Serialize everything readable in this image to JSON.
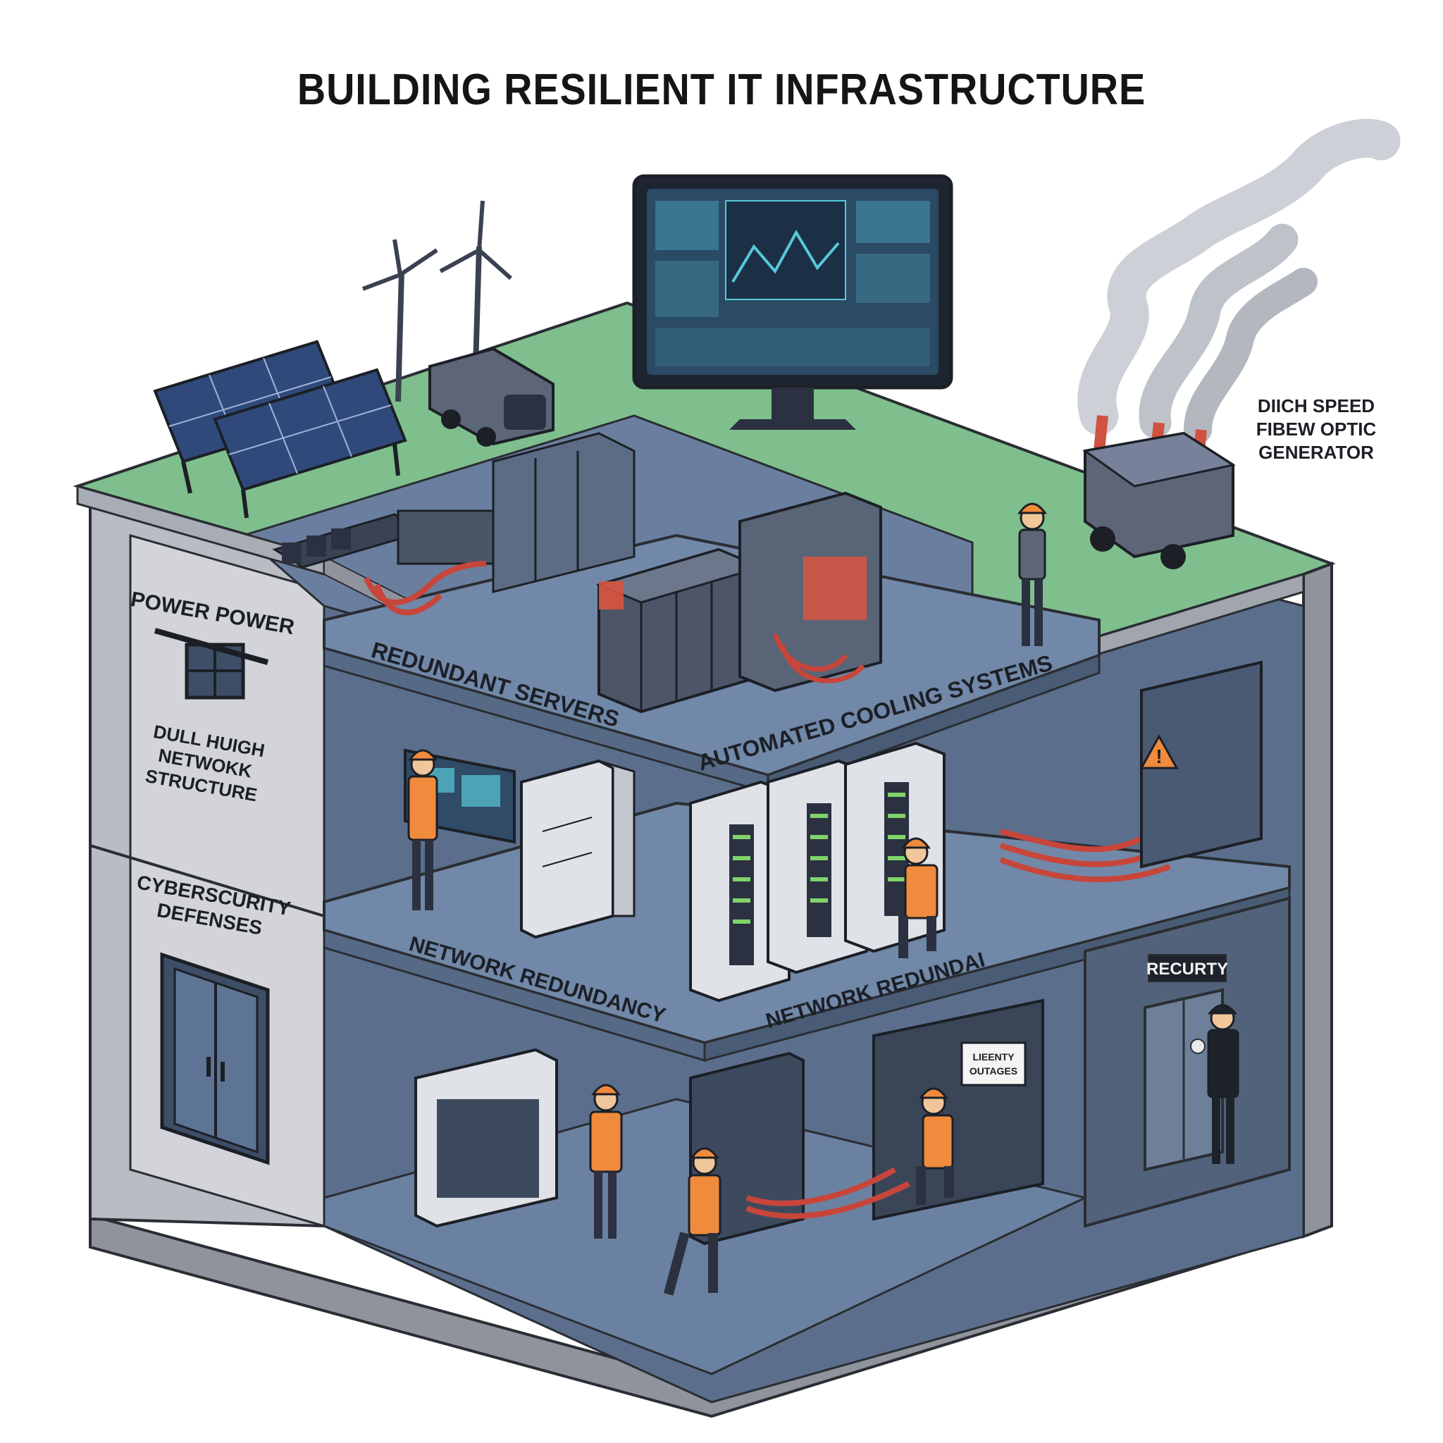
{
  "title": "BUILDING RESILIENT IT INFRASTRUCTURE",
  "labels": {
    "generator": [
      "DIICH SPEED",
      "FIBEW OPTIC",
      "GENERATOR"
    ],
    "power": "POWER POWER",
    "dual": [
      "DULL HUIGH",
      "NETWOKK",
      "STRUCTURE"
    ],
    "cyber": [
      "CYBERSCURITY",
      "DEFENSES"
    ],
    "redundant_servers": "REDUNDANT SERVERS",
    "cooling": "AUTOMATED COOLING SYSTEMS",
    "network_redundancy": "NETWORK REDUNDANCY",
    "network_redund": "NETWORK REDUNDAI",
    "security_sign": "RECURTY",
    "warning_sign": [
      "LIEENTY",
      "OUTAGES"
    ]
  },
  "colors": {
    "grass": "#7fbf8d",
    "concrete": "#b9bcc3",
    "concrete_dark": "#8e939c",
    "floor": "#7188a8",
    "interior": "#5b6f8c",
    "cable": "#c8453a",
    "vest": "#f08a3c",
    "screen": "#58c9d9"
  },
  "icons": [
    "solar-panel-icon",
    "wind-turbine-icon",
    "monitor-icon",
    "generator-icon",
    "server-rack-icon",
    "warning-icon",
    "door-icon",
    "window-icon"
  ]
}
